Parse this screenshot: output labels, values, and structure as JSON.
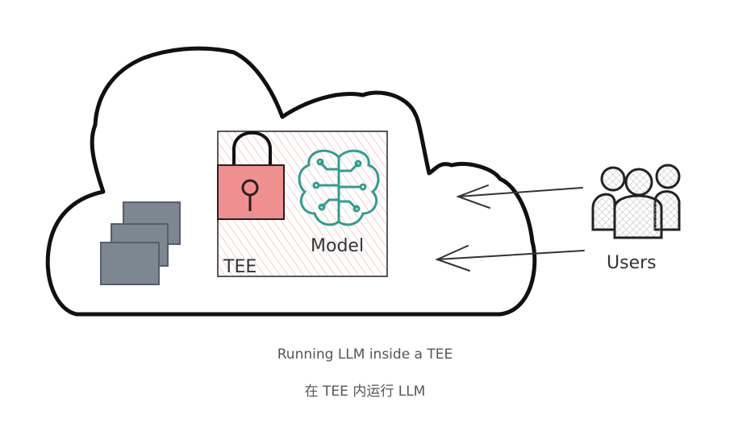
{
  "diagram": {
    "tee_label": "TEE",
    "model_label": "Model",
    "users_label": "Users"
  },
  "caption": {
    "english": "Running LLM inside a TEE",
    "chinese": "在 TEE 内运行 LLM"
  },
  "colors": {
    "lock": "#f08f8f",
    "tee_hatch": "#f4b8b8",
    "brain": "#2f9e8f",
    "servers": "#7d8791",
    "outline": "#111111",
    "caption": "#555555"
  },
  "icons": {
    "lock": "padlock-icon",
    "brain": "brain-circuit-icon",
    "users": "users-group-icon",
    "servers": "server-stack-icon"
  }
}
